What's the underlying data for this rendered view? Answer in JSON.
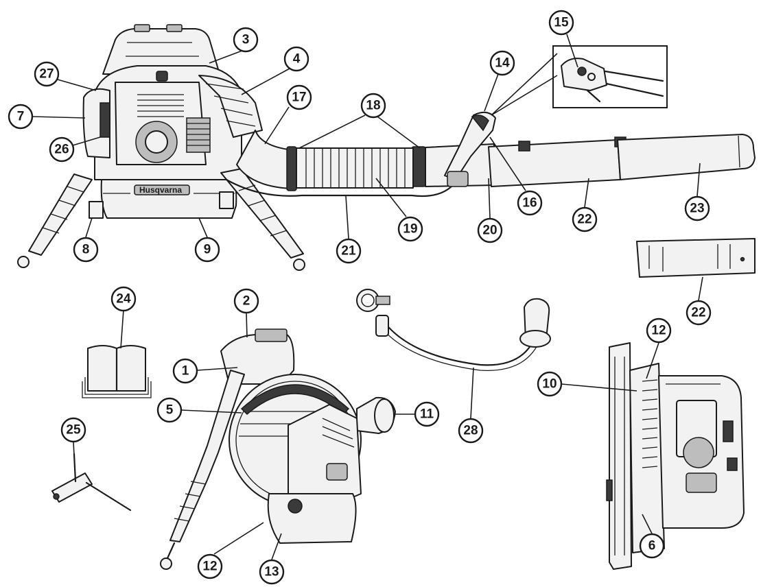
{
  "diagram": {
    "callouts": [
      {
        "id": "c1",
        "label": "1"
      },
      {
        "id": "c2",
        "label": "2"
      },
      {
        "id": "c3",
        "label": "3"
      },
      {
        "id": "c4",
        "label": "4"
      },
      {
        "id": "c5",
        "label": "5"
      },
      {
        "id": "c6",
        "label": "6"
      },
      {
        "id": "c7",
        "label": "7"
      },
      {
        "id": "c8",
        "label": "8"
      },
      {
        "id": "c9",
        "label": "9"
      },
      {
        "id": "c10",
        "label": "10"
      },
      {
        "id": "c11",
        "label": "11"
      },
      {
        "id": "c12a",
        "label": "12"
      },
      {
        "id": "c12b",
        "label": "12"
      },
      {
        "id": "c13",
        "label": "13"
      },
      {
        "id": "c14",
        "label": "14"
      },
      {
        "id": "c15",
        "label": "15"
      },
      {
        "id": "c16",
        "label": "16"
      },
      {
        "id": "c17",
        "label": "17"
      },
      {
        "id": "c18",
        "label": "18"
      },
      {
        "id": "c19",
        "label": "19"
      },
      {
        "id": "c20",
        "label": "20"
      },
      {
        "id": "c21",
        "label": "21"
      },
      {
        "id": "c22a",
        "label": "22"
      },
      {
        "id": "c22b",
        "label": "22"
      },
      {
        "id": "c23",
        "label": "23"
      },
      {
        "id": "c24",
        "label": "24"
      },
      {
        "id": "c25",
        "label": "25"
      },
      {
        "id": "c26",
        "label": "26"
      },
      {
        "id": "c27",
        "label": "27"
      },
      {
        "id": "c28",
        "label": "28"
      }
    ],
    "brand_logo": "Husqvarna"
  }
}
